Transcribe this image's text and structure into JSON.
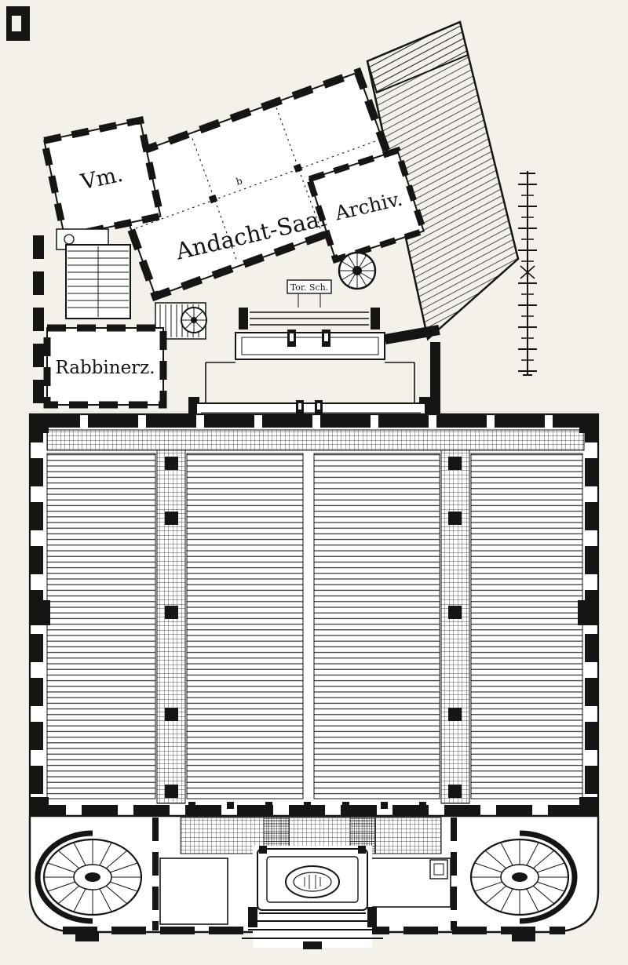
{
  "document": {
    "kind": "historic engraved architectural floor plan (synagogue ground floor)"
  },
  "labels": {
    "vm": "Vm.",
    "andacht_saal": "Andacht-Saal",
    "archiv": "Archiv.",
    "rabbinerz": "Rabbinerz.",
    "thoraschrein": "Tor. Sch.",
    "center_mark": "b"
  },
  "colors": {
    "paper": "#f3f1ea",
    "ink": "#161513"
  }
}
